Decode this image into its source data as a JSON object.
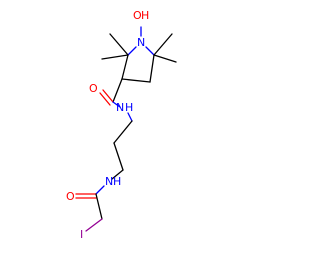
{
  "atoms": {
    "hydroxyl_o": "O",
    "hydroxyl_h": "H",
    "ring_n": "N",
    "carbonyl_o_1": "O",
    "amide_n_1": "N",
    "amide_h_1": "H",
    "amide_n_2": "N",
    "amide_h_2": "H",
    "carbonyl_o_2": "O",
    "iodine": "I"
  },
  "colors": {
    "carbon_bond": "#000000",
    "nitrogen": "#0000ff",
    "oxygen": "#ff0000",
    "iodine": "#940094",
    "background": "#ffffff"
  }
}
